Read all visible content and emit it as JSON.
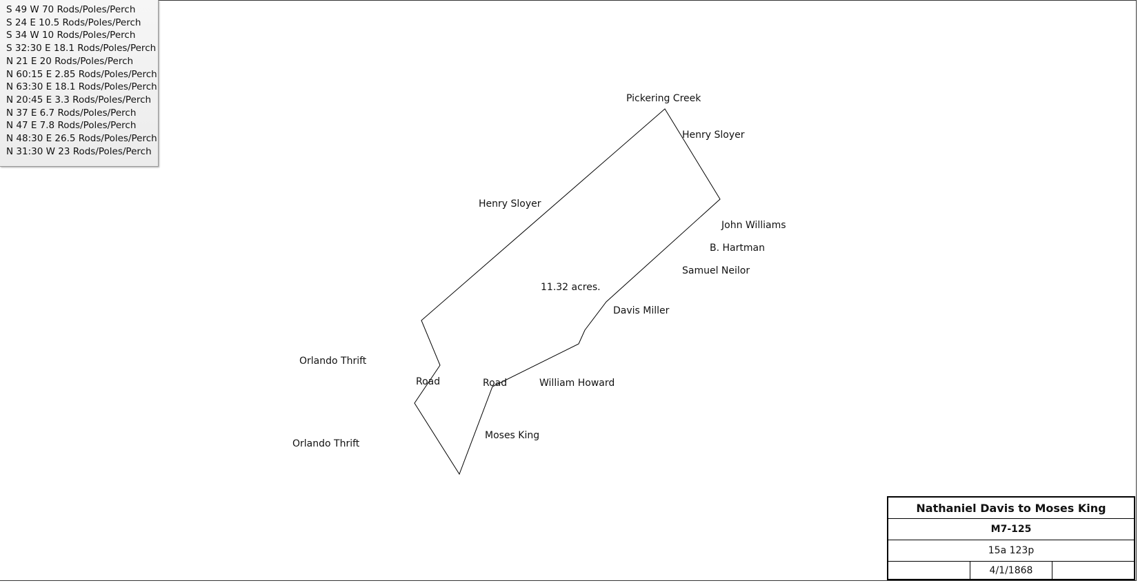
{
  "calls": [
    "S 49 W 70 Rods/Poles/Perch",
    "S 24 E 10.5 Rods/Poles/Perch",
    "S 34 W 10 Rods/Poles/Perch",
    "S 32:30 E 18.1 Rods/Poles/Perch",
    "N 21 E 20 Rods/Poles/Perch",
    "N 60:15 E 2.85 Rods/Poles/Perch",
    "N 63:30 E 18.1 Rods/Poles/Perch",
    "N 20:45 E 3.3 Rods/Poles/Perch",
    "N 37 E 6.7 Rods/Poles/Perch",
    "N 47 E 7.8 Rods/Poles/Perch",
    "N 48:30 E 26.5 Rods/Poles/Perch",
    "N 31:30 W 23 Rods/Poles/Perch"
  ],
  "labels": {
    "pickering_creek": "Pickering Creek",
    "henry_sloyer_ne": "Henry Sloyer",
    "henry_sloyer_nw": "Henry Sloyer",
    "john_williams": "John Williams",
    "b_hartman": "B. Hartman",
    "samuel_neilor": "Samuel Neilor",
    "acreage": "11.32 acres.",
    "davis_miller": "Davis Miller",
    "orlando_thrift_1": "Orlando Thrift",
    "road_west": "Road",
    "road_east": "Road",
    "william_howard": "William Howard",
    "moses_king": "Moses King",
    "orlando_thrift_2": "Orlando Thrift"
  },
  "title_block": {
    "title": "Nathaniel Davis to Moses King",
    "reference": "M7-125",
    "volume_page": "15a 123p",
    "date": "4/1/1868",
    "cell_left": "",
    "cell_right": ""
  },
  "colors": {
    "boundary_line": "#000000",
    "panel_background": "#efefef"
  }
}
